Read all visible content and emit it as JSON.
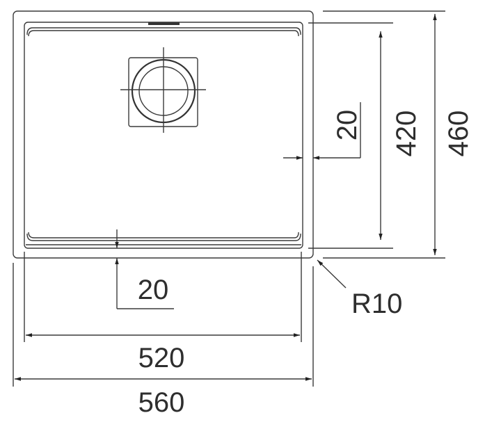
{
  "drawing": {
    "dimensions": {
      "rim_offset_right": "20",
      "inner_depth": "420",
      "outer_depth": "460",
      "rim_offset_bottom": "20",
      "inner_width": "520",
      "outer_width": "560",
      "corner_radius": "R10"
    },
    "colors": {
      "line": "#3a3a3a",
      "background": "#ffffff"
    }
  }
}
